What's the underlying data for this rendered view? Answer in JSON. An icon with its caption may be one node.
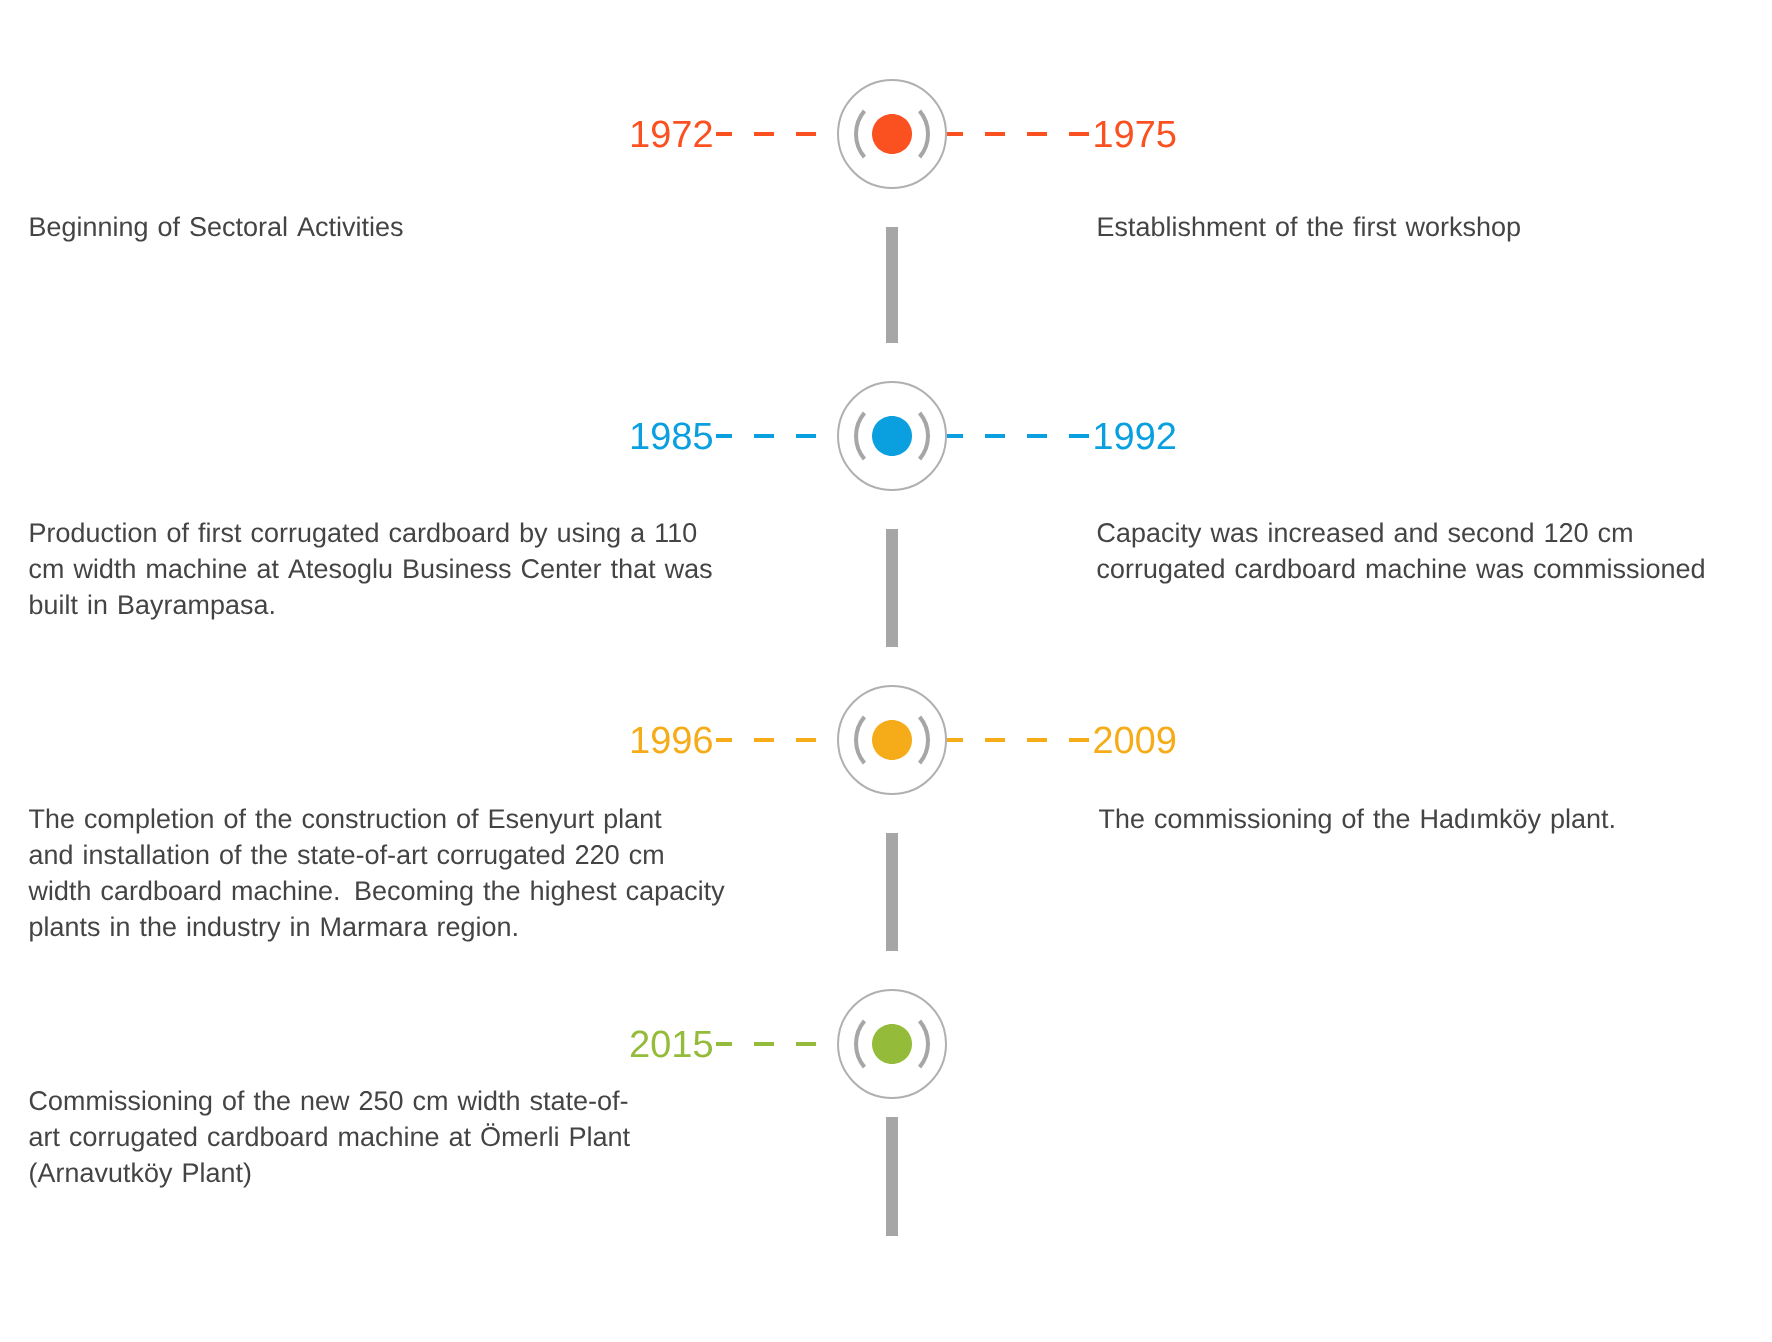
{
  "diagram": {
    "nodes": [
      {
        "text": [
          "1972"
        ],
        "beside": [
          "Beginning of Sectoral Activities"
        ]
      },
      {
        "text": [],
        "shape": "circle"
      },
      {
        "text": [
          "1975"
        ],
        "beside": [
          "Establishment of the first workshop"
        ]
      },
      {
        "text": [
          "1985"
        ],
        "beside": [
          "Production of first corrugated cardboard by using a 110 cm width machine at Atesoglu Business Center that was built in Bayrampasa."
        ]
      },
      {
        "text": [],
        "shape": "circle"
      },
      {
        "text": [
          "1992"
        ],
        "beside": [
          "Capacity was increased and second 120 cm corrugated cardboard machine was commissioned"
        ]
      },
      {
        "text": [
          "1996"
        ],
        "beside": [
          "The completion of the construction of Esenyurt plant and installation of the state-of-art corrugated 220 cm width cardboard machine. Becoming the highest capacity plants in the industry in Marmara region."
        ]
      },
      {
        "text": [],
        "shape": "circle"
      },
      {
        "text": [
          "2009"
        ],
        "beside": [
          "The commissioning of the Hadımköy plant."
        ]
      },
      {
        "text": [
          "2015"
        ],
        "beside": [
          "Commissioning of the new 250 cm width state-of-art corrugated cardboard machine at Ömerli Plant (Arnavutköy Plant)"
        ]
      },
      {
        "text": [],
        "shape": "circle"
      }
    ],
    "edges": [
      {
        "from": 0,
        "to": 1,
        "arrow": "none",
        "style": "dashed",
        "color": "#fb5121"
      },
      {
        "from": 1,
        "to": 2,
        "arrow": "none",
        "style": "dashed",
        "color": "#fb5121"
      },
      {
        "from": 3,
        "to": 4,
        "arrow": "none",
        "style": "dashed",
        "color": "#0aa0e0"
      },
      {
        "from": 4,
        "to": 5,
        "arrow": "none",
        "style": "dashed",
        "color": "#0aa0e0"
      },
      {
        "from": 6,
        "to": 7,
        "arrow": "none",
        "style": "dashed",
        "color": "#f5ac18"
      },
      {
        "from": 7,
        "to": 8,
        "arrow": "none",
        "style": "dashed",
        "color": "#f5ac18"
      },
      {
        "from": 9,
        "to": 10,
        "arrow": "none",
        "style": "dashed",
        "color": "#94bb3a"
      },
      {
        "from": 1,
        "to": 4,
        "arrow": "none",
        "style": "thick",
        "color": "#a6a6a6"
      },
      {
        "from": 4,
        "to": 7,
        "arrow": "none",
        "style": "thick",
        "color": "#a6a6a6"
      },
      {
        "from": 7,
        "to": 10,
        "arrow": "none",
        "style": "thick",
        "color": "#a6a6a6"
      },
      {
        "from": 10,
        "to": null,
        "arrow": "none",
        "style": "thick",
        "color": "#a6a6a6"
      }
    ]
  }
}
